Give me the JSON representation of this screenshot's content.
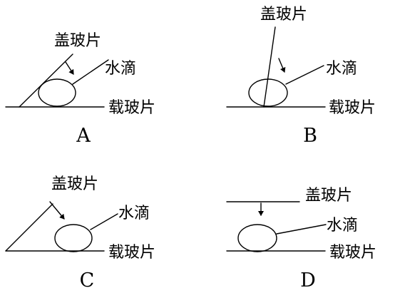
{
  "labels": {
    "cover_slip": "盖玻片",
    "water_drop": "水滴",
    "slide": "载玻片"
  },
  "panels": [
    {
      "id": "A",
      "letter": "A"
    },
    {
      "id": "B",
      "letter": "B"
    },
    {
      "id": "C",
      "letter": "C"
    },
    {
      "id": "D",
      "letter": "D"
    }
  ]
}
